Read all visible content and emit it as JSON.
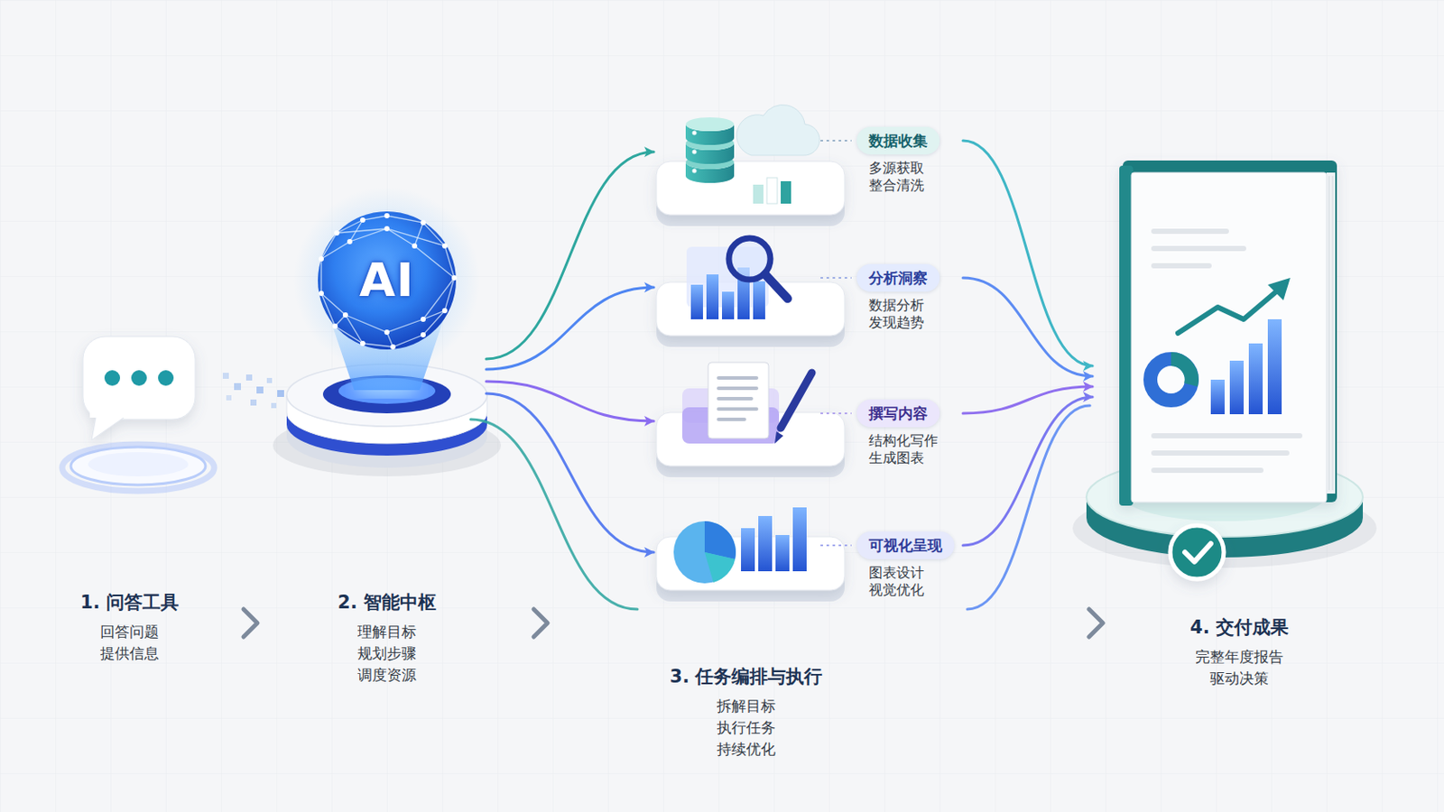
{
  "diagram": {
    "nodes": [
      {
        "text": [
          "1. 问答工具",
          "回答问题 提供信息"
        ]
      },
      {
        "text": [
          "AI",
          "2. 智能中枢",
          "理解目标 规划步骤 调度资源"
        ]
      },
      {
        "text": [
          "数据收集",
          "多源获取 整合清洗"
        ]
      },
      {
        "text": [
          "分析洞察",
          "数据分析 发现趋势"
        ]
      },
      {
        "text": [
          "撰写内容",
          "结构化写作 生成图表"
        ]
      },
      {
        "text": [
          "可视化呈现",
          "图表设计 视觉优化"
        ]
      },
      {
        "text": [
          "4. 交付成果",
          "完整年度报告 驱动决策"
        ]
      }
    ],
    "edges": [
      {
        "from": 1,
        "to": 2,
        "arrow": "to"
      },
      {
        "from": 1,
        "to": 3,
        "arrow": "to"
      },
      {
        "from": 1,
        "to": 4,
        "arrow": "to"
      },
      {
        "from": 1,
        "to": 5,
        "arrow": "to"
      },
      {
        "from": 2,
        "to": 6,
        "arrow": "to"
      },
      {
        "from": 3,
        "to": 6,
        "arrow": "to"
      },
      {
        "from": 4,
        "to": 6,
        "arrow": "to"
      },
      {
        "from": 5,
        "to": 6,
        "arrow": "to"
      }
    ],
    "labels": [
      "3. 任务编排与执行",
      "拆解目标 执行任务 持续优化"
    ]
  }
}
